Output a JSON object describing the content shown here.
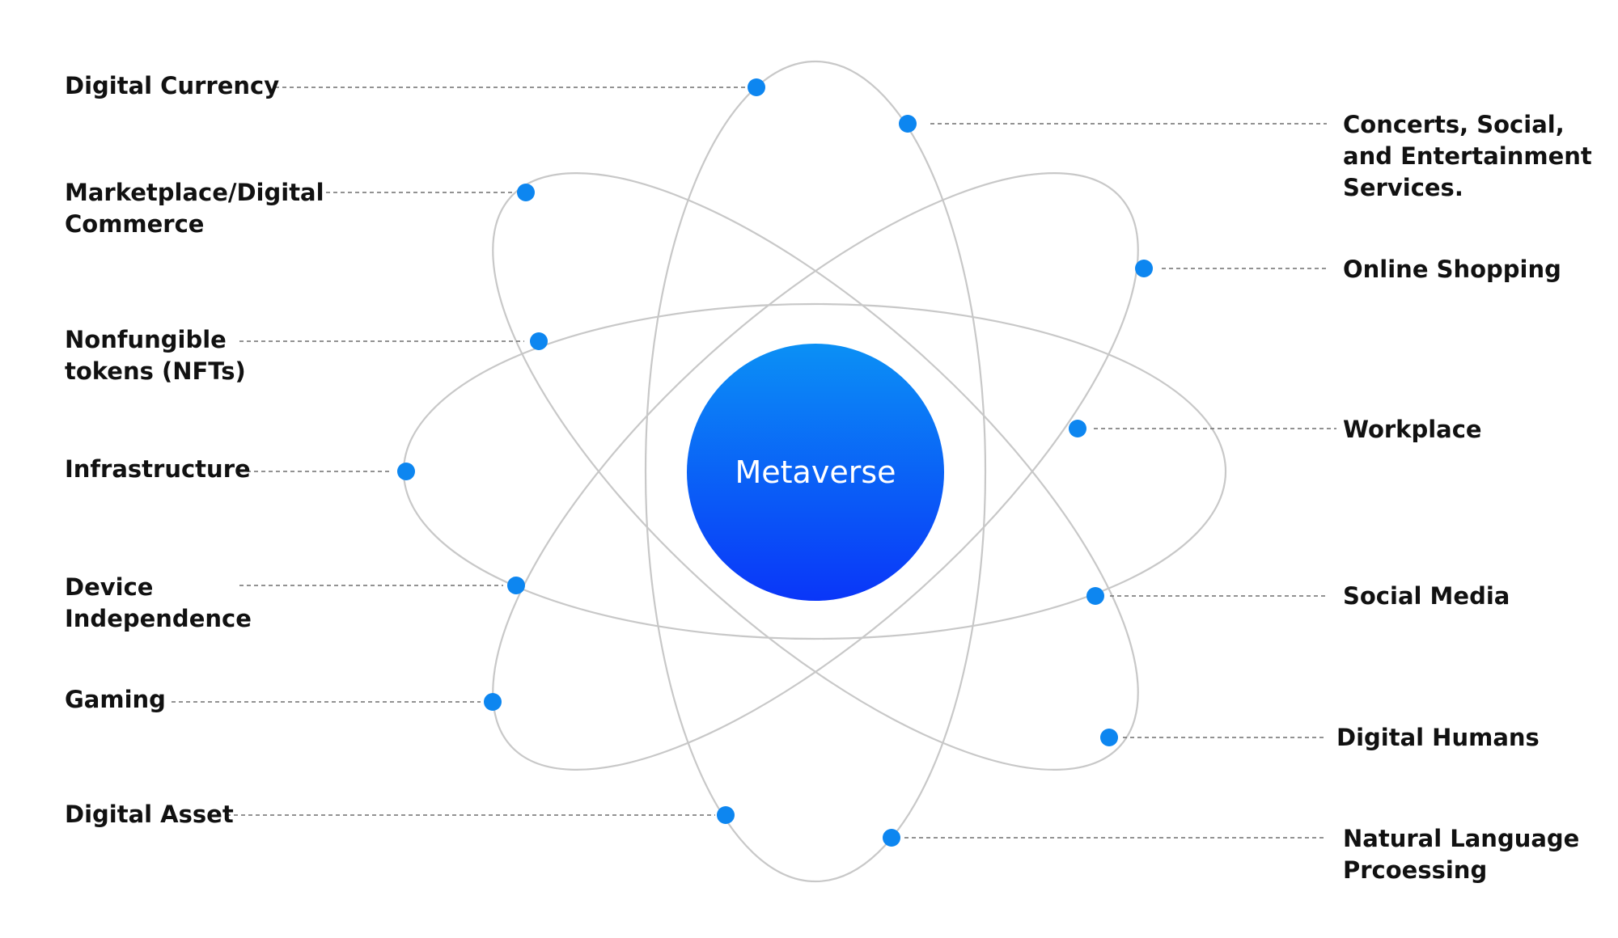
{
  "center": {
    "label": "Metaverse",
    "gradient_top": "#0b90f5",
    "gradient_bottom": "#0a36f8"
  },
  "colors": {
    "node": "#0d86f0",
    "orbit": "#c8c8c8",
    "leader": "#6f6f6f",
    "text": "#111111"
  },
  "left_items": {
    "digital_currency": [
      "Digital Currency"
    ],
    "marketplace": [
      "Marketplace/Digital",
      "Commerce"
    ],
    "nfts": [
      "Nonfungible",
      "tokens (NFTs)"
    ],
    "infrastructure": [
      "Infrastructure"
    ],
    "device_independence": [
      "Device",
      "Independence"
    ],
    "gaming": [
      "Gaming"
    ],
    "digital_asset": [
      "Digital Asset"
    ]
  },
  "right_items": {
    "concerts": [
      "Concerts, Social,",
      "and Entertainment",
      "Services."
    ],
    "online_shopping": [
      "Online Shopping"
    ],
    "workplace": [
      "Workplace"
    ],
    "social_media": [
      "Social Media"
    ],
    "digital_humans": [
      "Digital Humans"
    ],
    "nlp": [
      "Natural Language",
      "Prcoessing"
    ]
  }
}
